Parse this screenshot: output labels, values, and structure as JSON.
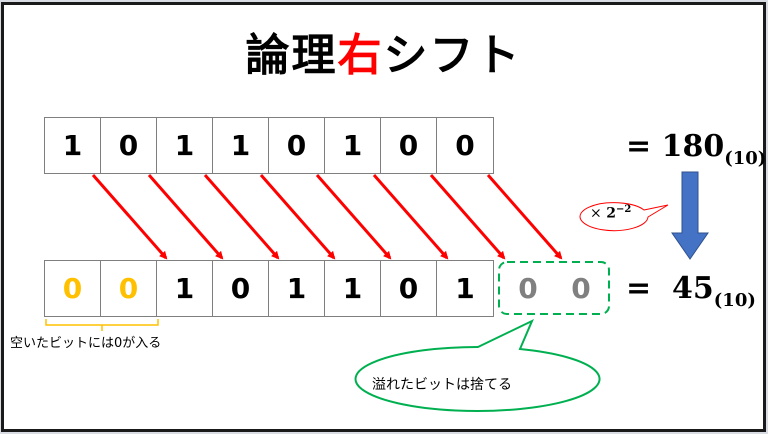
{
  "title": {
    "before": "論理",
    "accent": "右",
    "after": "シフト",
    "accent_color": "#ff0000"
  },
  "original": {
    "bits": [
      "1",
      "0",
      "1",
      "1",
      "0",
      "1",
      "0",
      "0"
    ],
    "equals": "= 180",
    "base": "(10)"
  },
  "shifted": {
    "fill_bits": [
      "0",
      "0"
    ],
    "bits": [
      "1",
      "0",
      "1",
      "1",
      "0",
      "1"
    ],
    "overflow_bits": [
      "0",
      "0"
    ],
    "equals": "=  45",
    "base": "(10)"
  },
  "operation": {
    "multiplier_prefix": "×",
    "multiplier_base": "2",
    "multiplier_exponent": "−2"
  },
  "annotations": {
    "fill_note": "空いたビットには0が入る",
    "overflow_note": "溢れたビットは捨てる"
  },
  "colors": {
    "fill_bit": "#ffc000",
    "overflow_bit": "#808080",
    "shift_arrow": "#ff0000",
    "overflow_box": "#00b050",
    "down_arrow": "#4472c4",
    "multiplier_bubble": "#ff0000"
  }
}
